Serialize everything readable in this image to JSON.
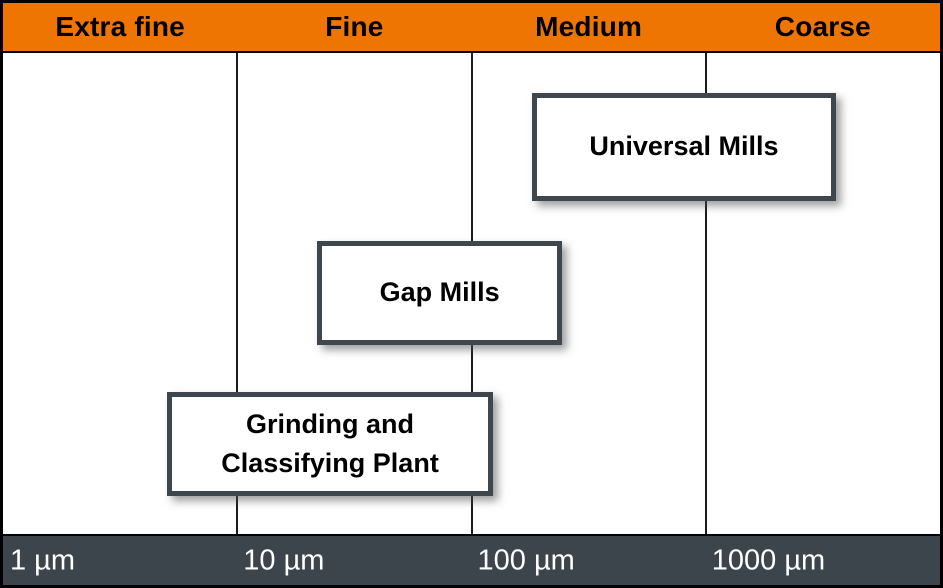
{
  "chart_data": {
    "type": "range-bar",
    "title": "",
    "x_scale": "log",
    "x_unit": "µm",
    "x_min_um": 1,
    "x_max_um": 10000,
    "x_ticks": [
      {
        "value": 1,
        "label": "1 µm"
      },
      {
        "value": 10,
        "label": "10 µm"
      },
      {
        "value": 100,
        "label": "100 µm"
      },
      {
        "value": 1000,
        "label": "1000 µm"
      }
    ],
    "fineness_bands": [
      "Extra fine",
      "Fine",
      "Medium",
      "Coarse"
    ],
    "series": [
      {
        "name": "Universal Mills",
        "range_um": [
          181,
          3600
        ]
      },
      {
        "name": "Gap Mills",
        "range_um": [
          22,
          243
        ]
      },
      {
        "name": "Grinding and Classifying Plant",
        "range_um": [
          5,
          124
        ]
      }
    ],
    "grid": true,
    "legend": "none"
  },
  "colors": {
    "band_bg": "#EE7502",
    "band_text": "#000000",
    "axis_bar_bg": "#3C454B",
    "axis_text": "#FFFFFF",
    "box_bg": "#FFFFFF",
    "box_border": "#3D474D",
    "gridline": "#1B1B1B",
    "frame_border": "#000000"
  }
}
